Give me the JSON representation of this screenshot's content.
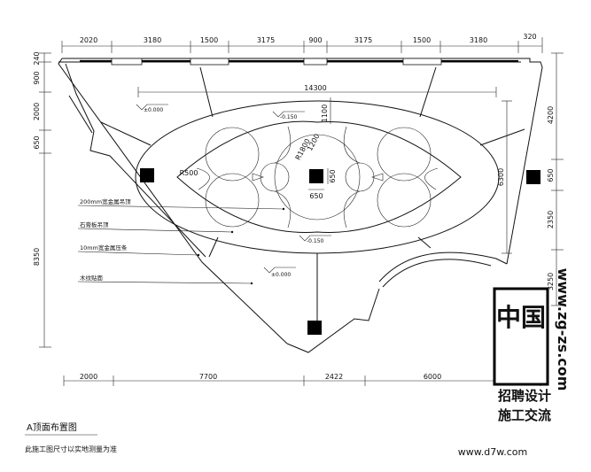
{
  "top_dimensions": [
    "2020",
    "3180",
    "1500",
    "3175",
    "900",
    "3175",
    "1500",
    "3180",
    "320"
  ],
  "bottom_dimensions": [
    "2000",
    "7700",
    "2422",
    "6000"
  ],
  "left_dimensions": [
    "240",
    "900",
    "2000",
    "650",
    "8350"
  ],
  "right_dimensions": [
    "4200",
    "650",
    "2350",
    "3250"
  ],
  "inner_labels": {
    "overall": "14300",
    "height_6300": "6300",
    "dim_1100": "1100",
    "dim_1200": "1200",
    "r1800": "R1800",
    "r500": "R500",
    "dim_650a": "650",
    "dim_650b": "650"
  },
  "levels": {
    "l1": "±0.000",
    "l2": "-0.150",
    "l3": "-0.150",
    "l4": "±0.000"
  },
  "annotations": [
    "200mm宽金属吊顶",
    "石膏板吊顶",
    "10mm宽金属压条",
    "木纹贴面"
  ],
  "title": "A顶面布置图",
  "subtitle": "此施工图尺寸以实地测量为准",
  "watermark": {
    "logo": "中国",
    "url": "www.zg-zs.com",
    "line1": "招聘设计",
    "line2": "施工交流",
    "bottom": "www.d7w.com"
  }
}
